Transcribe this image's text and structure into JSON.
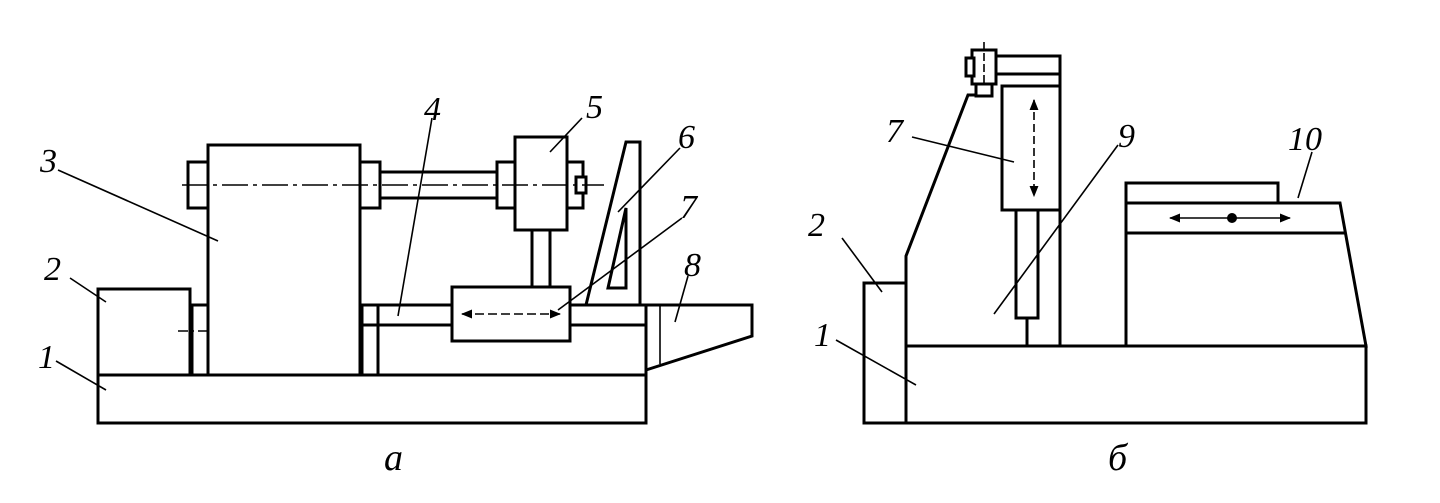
{
  "figure_a": {
    "caption": "а",
    "labels": {
      "l1": "1",
      "l2": "2",
      "l3": "3",
      "l4": "4",
      "l5": "5",
      "l6": "6",
      "l7": "7",
      "l8": "8"
    }
  },
  "figure_b": {
    "caption": "б",
    "labels": {
      "l1": "1",
      "l2": "2",
      "l7": "7",
      "l9": "9",
      "l10": "10"
    }
  }
}
